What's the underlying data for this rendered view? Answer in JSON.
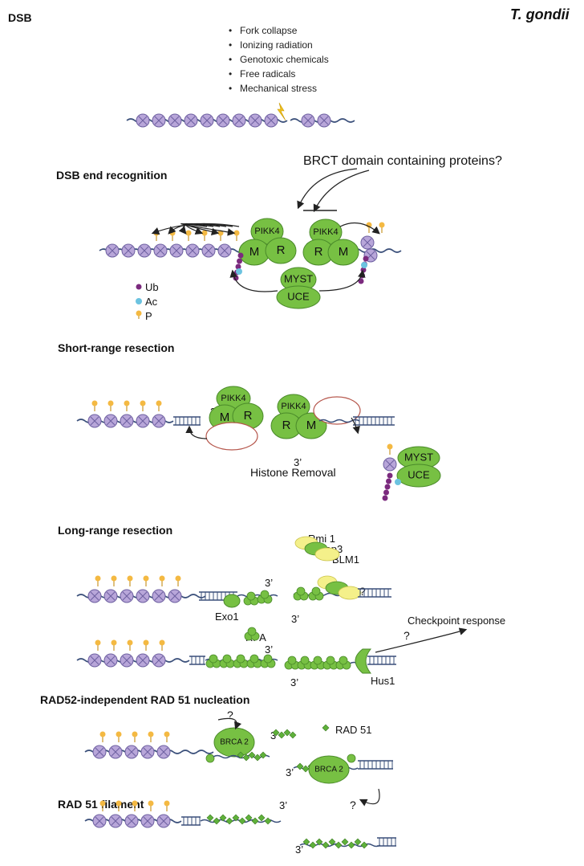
{
  "title": "DSB",
  "organism": "T. gondii",
  "causes": [
    "Fork collapse",
    "Ionizing radiation",
    "Genotoxic chemicals",
    "Free radicals",
    "Mechanical stress"
  ],
  "sections": {
    "recognition": "DSB end recognition",
    "short": "Short-range resection",
    "long": "Long-range resection",
    "nucleation": "RAD52-independent RAD 51 nucleation",
    "filament": "RAD 51 filament"
  },
  "brct_label": "BRCT domain containing proteins?",
  "legend": {
    "ub": "Ub",
    "ac": "Ac",
    "p": "P"
  },
  "proteins": {
    "pikk4": "PIKK4",
    "m": "M",
    "r": "R",
    "myst": "MYST",
    "uce": "UCE",
    "exo1": "Exo1",
    "rpa": "RPA",
    "rmi1": "Rmi 1",
    "top3": "Top3",
    "blm1": "BLM1",
    "hus1": "Hus1",
    "brca2": "BRCA 2",
    "rad51": "RAD 51"
  },
  "histone_removal": "Histone Removal",
  "checkpoint": "Checkpoint response",
  "three_prime": "3’",
  "unknown": "?",
  "colors": {
    "protein_green": "#77c043",
    "protein_outline": "#4a8a2a",
    "nucleosome": "#b8a6d9",
    "yellow": "#f4f08a",
    "ub": "#7b2a7e",
    "ac": "#6cc3e0",
    "p": "#f4b942",
    "unknown_outline": "#b5554a",
    "dna": "#3a4f7a"
  }
}
